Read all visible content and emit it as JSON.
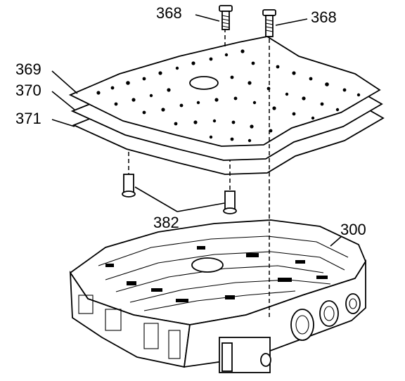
{
  "diagram": {
    "callouts": [
      {
        "id": "label-368-left",
        "text": "368"
      },
      {
        "id": "label-368-right",
        "text": "368"
      },
      {
        "id": "label-369",
        "text": "369"
      },
      {
        "id": "label-370",
        "text": "370"
      },
      {
        "id": "label-371",
        "text": "371"
      },
      {
        "id": "label-382",
        "text": "382"
      },
      {
        "id": "label-300",
        "text": "300"
      }
    ]
  }
}
